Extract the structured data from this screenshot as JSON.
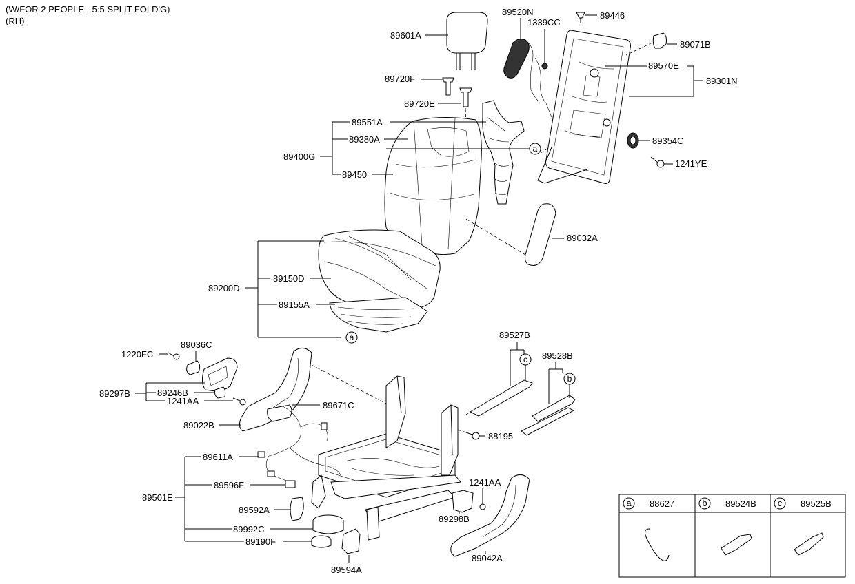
{
  "header": {
    "line1": "(W/FOR 2 PEOPLE - 5:5 SPLIT FOLD'G)",
    "line2": "(RH)"
  },
  "parts": {
    "p89601A": "89601A",
    "p89720F": "89720F",
    "p89720E": "89720E",
    "p89520N": "89520N",
    "p1339CC": "1339CC",
    "p89446": "89446",
    "p89071B": "89071B",
    "p89570E": "89570E",
    "p89301N": "89301N",
    "p89354C": "89354C",
    "p1241YE": "1241YE",
    "p89551A": "89551A",
    "p89380A": "89380A",
    "p89400G": "89400G",
    "p89450": "89450",
    "p89032A": "89032A",
    "p89200D": "89200D",
    "p89150D": "89150D",
    "p89155A": "89155A",
    "p1220FC": "1220FC",
    "p89036C": "89036C",
    "p89297B": "89297B",
    "p89246B": "89246B",
    "p1241AA_a": "1241AA",
    "p89671C": "89671C",
    "p89022B": "89022B",
    "p89527B": "89527B",
    "p89528B": "89528B",
    "p88195": "88195",
    "p89611A": "89611A",
    "p89596F": "89596F",
    "p89501E": "89501E",
    "p89592A": "89592A",
    "p89992C": "89992C",
    "p89190F": "89190F",
    "p89594A": "89594A",
    "p1241AA_b": "1241AA",
    "p89298B": "89298B",
    "p89042A": "89042A"
  },
  "callouts": {
    "a": "a",
    "b": "b",
    "c": "c"
  },
  "legend": [
    {
      "letter": "a",
      "part": "88627"
    },
    {
      "letter": "b",
      "part": "89524B"
    },
    {
      "letter": "c",
      "part": "89525B"
    }
  ]
}
